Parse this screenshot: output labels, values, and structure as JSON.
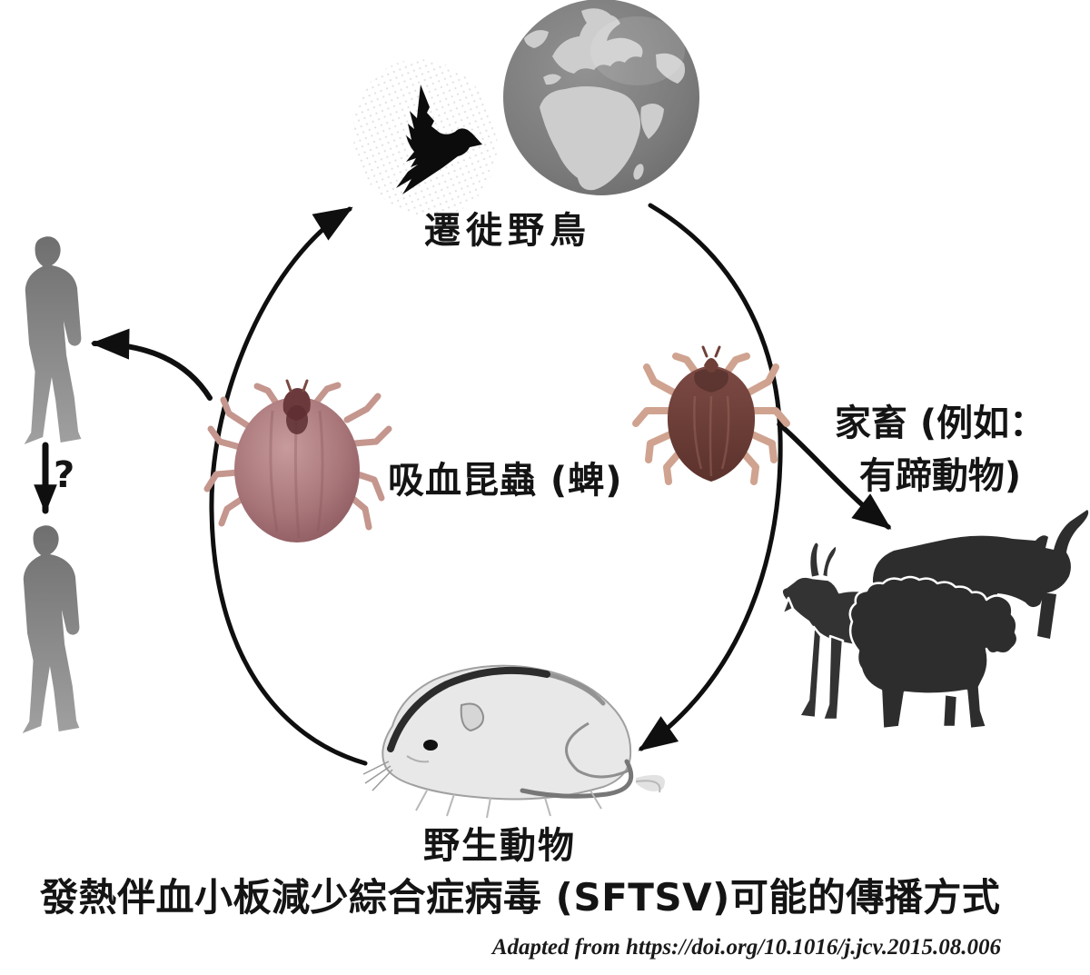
{
  "figure": {
    "title": "發熱伴血小板減少綜合症病毒 (SFTSV)可能的傳播方式",
    "attribution": "Adapted from https://doi.org/10.1016/j.jcv.2015.08.006"
  },
  "nodes": {
    "migratory_birds": {
      "label": "遷徙野鳥"
    },
    "ticks": {
      "label": "吸血昆蟲 (蜱)"
    },
    "livestock": {
      "label_line1": "家畜 (例如：",
      "label_line2": "有蹄動物)"
    },
    "wild_animals": {
      "label": "野生動物"
    },
    "human_to_human": {
      "uncertainty_mark": "?"
    }
  },
  "palette": {
    "background": "#ffffff",
    "arrow": "#0f0f0f",
    "text": "#141414",
    "human_silhouette": "#8a8a8a",
    "livestock_silhouette": "#2d2d2d",
    "globe_ocean": "#7b7b7b",
    "globe_land": "#cdcdcd",
    "engorged_tick_body": "#a87679",
    "adult_tick_body": "#6e3f39",
    "tick_legs": "#cfa390"
  }
}
